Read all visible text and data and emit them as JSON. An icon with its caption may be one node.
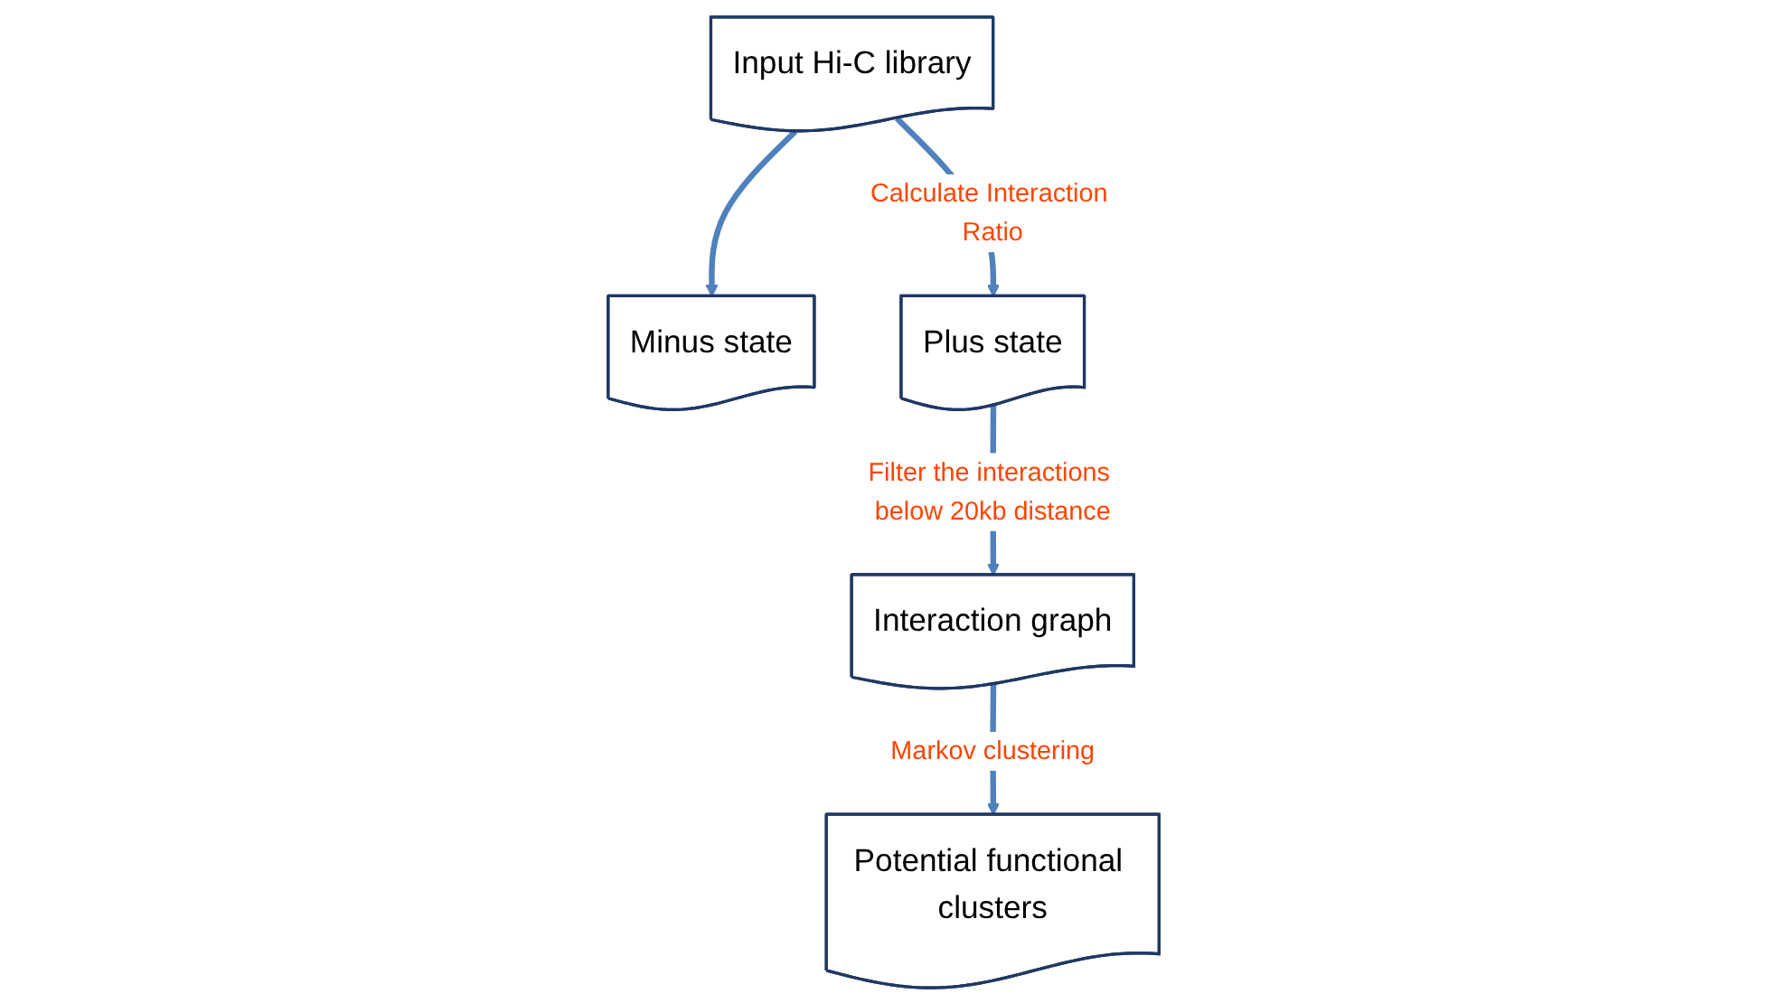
{
  "diagram": {
    "nodes": [
      {
        "text": [
          "Input Hi-C library"
        ]
      },
      {
        "text": [
          "Minus state"
        ]
      },
      {
        "text": [
          "Plus state"
        ]
      },
      {
        "text": [
          "Interaction graph"
        ]
      },
      {
        "text": [
          "Potential functional clusters"
        ]
      }
    ],
    "edges": [
      {
        "from": 0,
        "to": 1,
        "arrow": "to"
      },
      {
        "from": 0,
        "to": 2,
        "arrow": "to",
        "label": "Calculate Interaction Ratio"
      },
      {
        "from": 2,
        "to": 3,
        "arrow": "to",
        "label": "Filter the interactions below 20kb distance"
      },
      {
        "from": 3,
        "to": 4,
        "arrow": "to",
        "label": "Markov clustering"
      }
    ]
  }
}
